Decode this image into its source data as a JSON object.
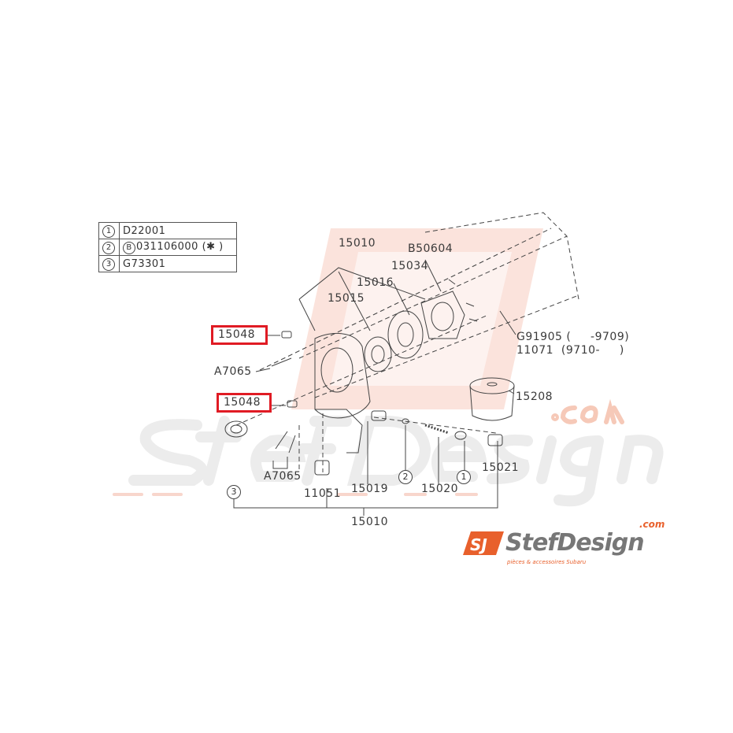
{
  "legend": [
    {
      "num": "1",
      "code": "D22001"
    },
    {
      "num": "2",
      "prefix": "B",
      "code": "031106000 (✱ )"
    },
    {
      "num": "3",
      "code": "G73301"
    }
  ],
  "labels": {
    "top_15010": "15010",
    "b50604": "B50604",
    "p15016": "15016",
    "p15034": "15034",
    "p15015": "15015",
    "p15048_a": "15048",
    "a7065_a": "A7065",
    "g91905": "G91905 (     -9709)",
    "p11071": "11071  (9710-     )",
    "p15208": "15208",
    "p15048_b": "15048",
    "a7065_b": "A7065",
    "p11051": "11051",
    "p15019": "15019",
    "p15020": "15020",
    "p15021": "15021",
    "bottom_15010": "15010",
    "circ1": "1",
    "circ2": "2",
    "circ3": "3"
  },
  "watermark": {
    "brand": "StefDesign",
    "com": ".com",
    "tagline": "pièces & accessoires Subaru"
  },
  "logo": {
    "brand": "StefDesign",
    "com": ".com",
    "tagline": "pièces & accessoires Subaru",
    "mark": "SJ"
  },
  "colors": {
    "highlight": "#e01b24",
    "brand_orange": "#e8602c",
    "line": "#444444"
  }
}
